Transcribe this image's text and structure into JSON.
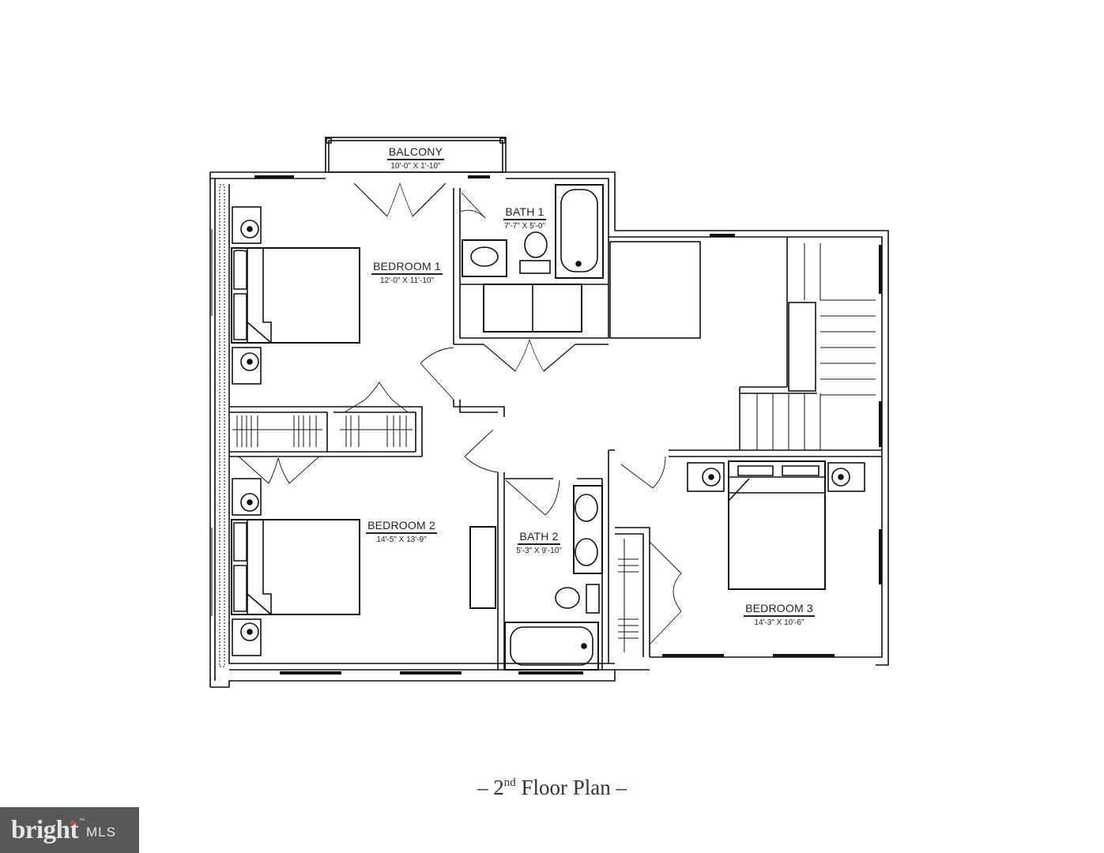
{
  "plan": {
    "title_prefix": "– 2",
    "title_sup": "nd",
    "title_suffix": " Floor Plan –",
    "rooms": [
      {
        "name": "BALCONY",
        "dimensions": "10'-0\" X 1'-10\""
      },
      {
        "name": "BATH 1",
        "dimensions": "7'-7\" X 5'-0\""
      },
      {
        "name": "BEDROOM 1",
        "dimensions": "12'-0\" X 11'-10\""
      },
      {
        "name": "BEDROOM 2",
        "dimensions": "14'-5\" X 13'-9\""
      },
      {
        "name": "BATH 2",
        "dimensions": "5'-3\" X 9'-10\""
      },
      {
        "name": "BEDROOM 3",
        "dimensions": "14'-3\" X 10'-6\""
      }
    ],
    "colors": {
      "line": "#111111",
      "background": "#ffffff",
      "logo_bg": "#58585a",
      "logo_accent": "#d9412c"
    }
  },
  "watermark": {
    "word": "bright",
    "tm": "™",
    "suffix": "MLS"
  }
}
